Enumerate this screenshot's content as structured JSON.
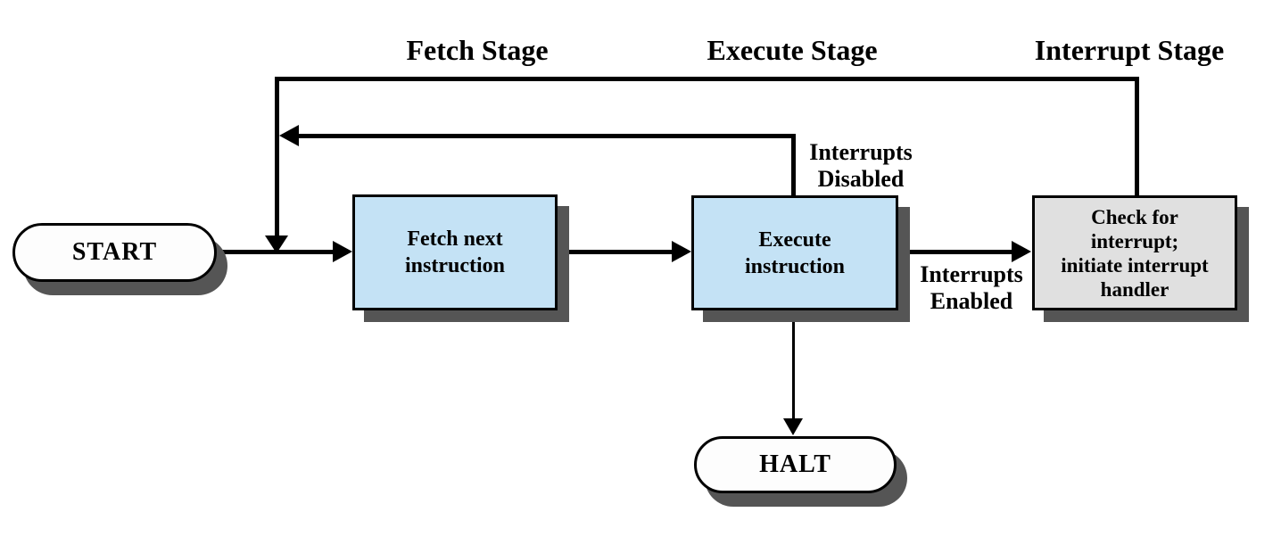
{
  "stage_labels": {
    "fetch": "Fetch Stage",
    "execute": "Execute Stage",
    "interrupt": "Interrupt Stage"
  },
  "nodes": {
    "start": {
      "label": "START"
    },
    "fetch": {
      "lines": [
        "Fetch next",
        "instruction"
      ]
    },
    "execute": {
      "lines": [
        "Execute",
        "instruction"
      ]
    },
    "interrupt_check": {
      "lines": [
        "Check for",
        "interrupt;",
        "initiate interrupt",
        "handler"
      ]
    },
    "halt": {
      "label": "HALT"
    }
  },
  "edge_labels": {
    "interrupts_disabled": {
      "lines": [
        "Interrupts",
        "Disabled"
      ]
    },
    "interrupts_enabled": {
      "lines": [
        "Interrupts",
        "Enabled"
      ]
    }
  },
  "colors": {
    "process_fill": "#c4e2f5",
    "interrupt_fill": "#e0e0e0",
    "terminal_fill": "#fdfdfd",
    "shadow": "#555555",
    "line": "#000000"
  }
}
